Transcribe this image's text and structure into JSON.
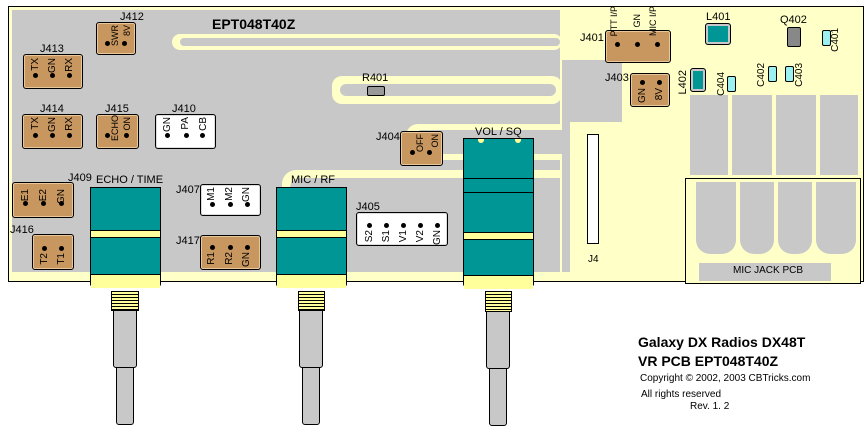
{
  "board": {
    "part_number": "EPT048T40Z",
    "colors": {
      "substrate": "#ffffc8",
      "copper": "#c8c8c8",
      "connector": "#c8965f",
      "pot_body": "#009696",
      "capacitor": "#9cf0f0"
    }
  },
  "connectors": [
    {
      "ref": "J412",
      "pins": [
        "SWR",
        "8V"
      ],
      "style": "brown"
    },
    {
      "ref": "J413",
      "pins": [
        "TX",
        "GN",
        "RX"
      ],
      "style": "brown"
    },
    {
      "ref": "J414",
      "pins": [
        "TX",
        "GN",
        "RX"
      ],
      "style": "brown"
    },
    {
      "ref": "J415",
      "pins": [
        "ECHO",
        "ON"
      ],
      "style": "brown"
    },
    {
      "ref": "J410",
      "pins": [
        "GN",
        "PA",
        "CB"
      ],
      "style": "white"
    },
    {
      "ref": "J409",
      "pins": [
        "E1",
        "E2",
        "GN"
      ],
      "style": "brown"
    },
    {
      "ref": "J416",
      "pins": [
        "T2",
        "T1"
      ],
      "style": "brown"
    },
    {
      "ref": "J407",
      "pins": [
        "M1",
        "M2",
        "GN"
      ],
      "style": "white"
    },
    {
      "ref": "J417",
      "pins": [
        "R1",
        "R2",
        "GN"
      ],
      "style": "brown"
    },
    {
      "ref": "J405",
      "pins": [
        "S2",
        "S1",
        "V1",
        "V2",
        "GN"
      ],
      "style": "white"
    },
    {
      "ref": "J404",
      "pins": [
        "OFF",
        "ON"
      ],
      "style": "brown"
    },
    {
      "ref": "J401",
      "pins": [
        "PTT I/P",
        "GN",
        "MIC I/P"
      ],
      "style": "brown"
    },
    {
      "ref": "J403",
      "pins": [
        "GN",
        "8V"
      ],
      "style": "brown"
    }
  ],
  "potentiometers": [
    {
      "label": "ECHO / TIME"
    },
    {
      "label": "MIC / RF"
    },
    {
      "label": "VOL / SQ"
    }
  ],
  "components": {
    "R401": "R401",
    "L401": "L401",
    "L402": "L402",
    "Q402": "Q402",
    "C401": "C401",
    "C402": "C402",
    "C403": "C403",
    "C404": "C404",
    "J4": "J4"
  },
  "mic_jack_pcb": "MIC JACK PCB",
  "credits": {
    "line1": "Galaxy DX Radios DX48T",
    "line2": "VR PCB  EPT048T40Z",
    "copyright": "Copyright © 2002, 2003 CBTricks.com",
    "rights": "All rights reserved",
    "revision": "Rev. 1. 2"
  }
}
